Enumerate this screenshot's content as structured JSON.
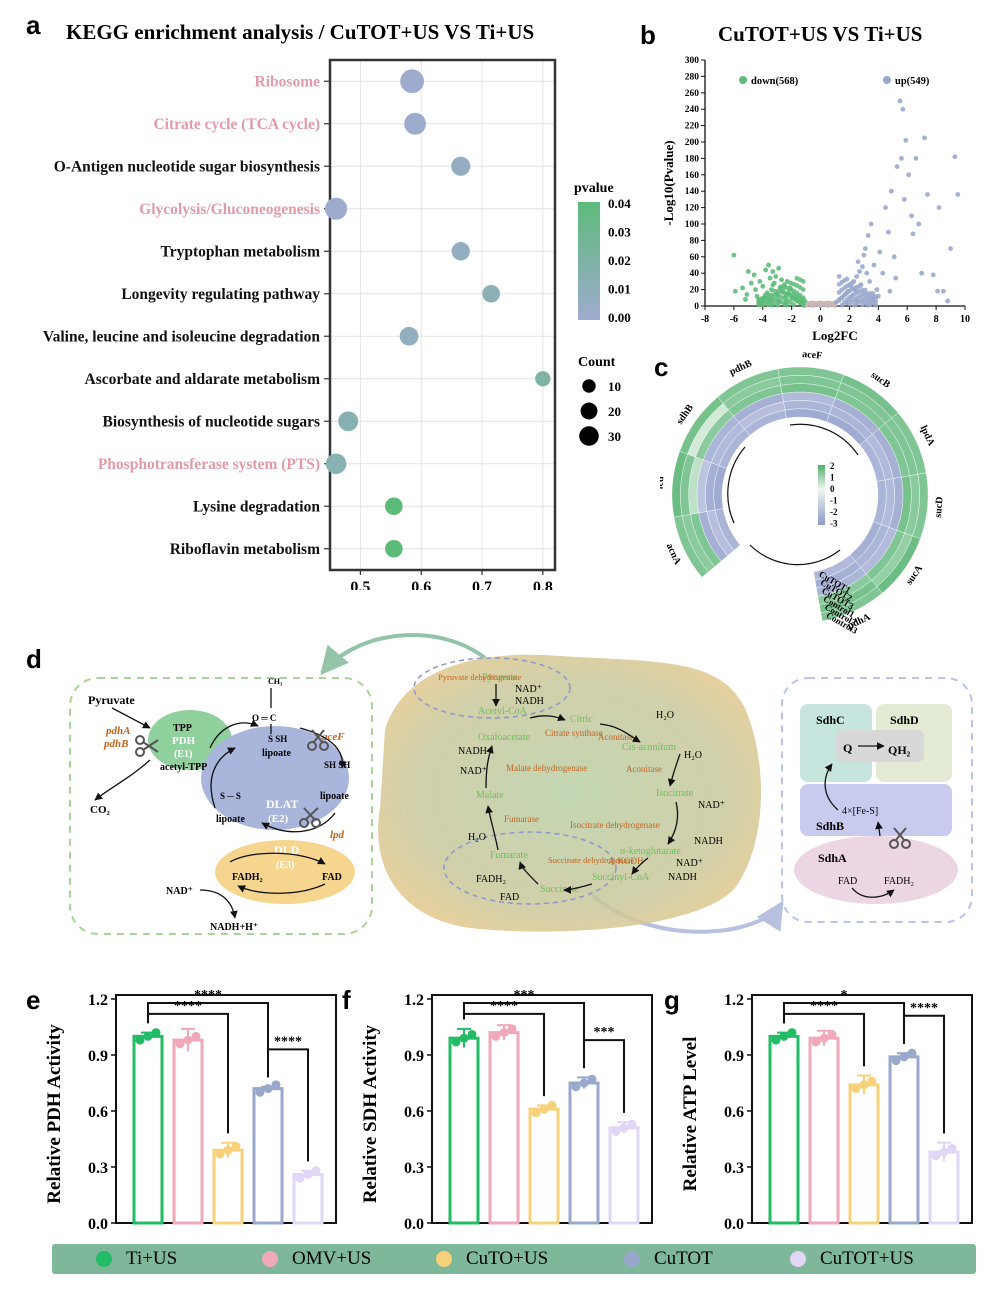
{
  "panel_labels": {
    "a": "a",
    "b": "b",
    "c": "c",
    "d": "d",
    "e": "e",
    "f": "f",
    "g": "g"
  },
  "titles": {
    "a": "KEGG enrichment analysis / CuTOT+US VS Ti+US",
    "b": "CuTOT+US VS Ti+US"
  },
  "colors": {
    "green": "#5dbb7a",
    "pink": "#e8a3ae",
    "yellow": "#f6c96a",
    "blue": "#9aa8cc",
    "lavender": "#d8cdf0",
    "highlight_text": "#e39aa6",
    "pvalue_high": "#5dbb7a",
    "pvalue_low": "#9fabd0"
  },
  "chart_data": [
    {
      "type": "scatter",
      "subtype": "bubble",
      "categories": [
        "Ribosome",
        "Citrate cycle (TCA cycle)",
        "O-Antigen nucleotide sugar biosynthesis",
        "Glycolysis/Gluconeogenesis",
        "Tryptophan metabolism",
        "Longevity regulating pathway",
        "Valine, leucine and isoleucine degradation",
        "Ascorbate and aldarate metabolism",
        "Biosynthesis of nucleotide sugars",
        "Phosphotransferase system (PTS)",
        "Lysine degradation",
        "Riboflavin metabolism"
      ],
      "highlighted": [
        true,
        true,
        false,
        true,
        false,
        false,
        false,
        false,
        false,
        true,
        false,
        false
      ],
      "x": [
        0.585,
        0.59,
        0.665,
        0.46,
        0.665,
        0.715,
        0.58,
        0.8,
        0.48,
        0.46,
        0.555,
        0.555
      ],
      "count": [
        33,
        26,
        18,
        27,
        16,
        14,
        17,
        9,
        20,
        22,
        14,
        14
      ],
      "pvalue": [
        0.001,
        0.002,
        0.006,
        0.001,
        0.007,
        0.012,
        0.008,
        0.02,
        0.015,
        0.014,
        0.04,
        0.04
      ],
      "xlim": [
        0.45,
        0.82
      ],
      "xticks": [
        "0.5",
        "0.6",
        "0.7",
        "0.8"
      ],
      "xtick_values": [
        0.5,
        0.6,
        0.7,
        0.8
      ],
      "grid": true,
      "legend": {
        "color_title": "pvalue",
        "color_ticks": [
          "0.04",
          "0.03",
          "0.02",
          "0.01",
          "0.00"
        ],
        "size_title": "Count",
        "size_ticks": [
          "10",
          "20",
          "30"
        ],
        "size_values": [
          10,
          20,
          30
        ],
        "placement": "right"
      }
    },
    {
      "type": "scatter",
      "subtype": "volcano",
      "xlabel": "Log2FC",
      "ylabel": "-Log10(Pvalue)",
      "xlim": [
        -8,
        10
      ],
      "ylim": [
        0,
        300
      ],
      "xticks": [
        "-8",
        "-6",
        "-4",
        "-2",
        "0",
        "2",
        "4",
        "6",
        "8",
        "10"
      ],
      "yticks": [
        "0",
        "20",
        "40",
        "60",
        "80",
        "100",
        "120",
        "140",
        "160",
        "180",
        "200",
        "220",
        "240",
        "260",
        "280",
        "300"
      ],
      "legend_placement": "top",
      "series": [
        {
          "name": "down(568)",
          "color": "#5dbb7a",
          "points": [
            [
              -6,
              62
            ],
            [
              -5.9,
              18
            ],
            [
              -5.4,
              22
            ],
            [
              -5.1,
              14
            ],
            [
              -4.8,
              28
            ],
            [
              -4.6,
              38
            ],
            [
              -4.4,
              12
            ],
            [
              -4.2,
              30
            ],
            [
              -4,
              24
            ],
            [
              -3.8,
              44
            ],
            [
              -3.7,
              16
            ],
            [
              -3.6,
              50
            ],
            [
              -3.5,
              34
            ],
            [
              -3.4,
              20
            ],
            [
              -3.3,
              42
            ],
            [
              -3.2,
              28
            ],
            [
              -3.1,
              36
            ],
            [
              -3,
              14
            ],
            [
              -2.9,
              46
            ],
            [
              -2.8,
              22
            ],
            [
              -2.7,
              32
            ],
            [
              -2.6,
              18
            ],
            [
              -2.5,
              26
            ],
            [
              -2.4,
              12
            ],
            [
              -2.3,
              30
            ],
            [
              -2.2,
              16
            ],
            [
              -2.1,
              22
            ],
            [
              -2,
              10
            ],
            [
              -1.9,
              14
            ],
            [
              -1.8,
              8
            ],
            [
              -1.7,
              12
            ],
            [
              -1.6,
              6
            ],
            [
              -1.5,
              10
            ],
            [
              -1.4,
              5
            ],
            [
              -1.3,
              8
            ],
            [
              -1.2,
              4
            ],
            [
              -1.1,
              6
            ],
            [
              -3.9,
              10
            ],
            [
              -4.5,
              20
            ],
            [
              -5.2,
              8
            ],
            [
              -4.1,
              6
            ],
            [
              -3.5,
              8
            ],
            [
              -2.9,
              6
            ],
            [
              -2.4,
              5
            ],
            [
              -5,
              42
            ],
            [
              -3.3,
              26
            ]
          ]
        },
        {
          "name": "up(549)",
          "color": "#9aa8cc",
          "points": [
            [
              1.1,
              5
            ],
            [
              1.3,
              8
            ],
            [
              1.5,
              10
            ],
            [
              1.7,
              14
            ],
            [
              1.9,
              18
            ],
            [
              2.1,
              24
            ],
            [
              2.3,
              30
            ],
            [
              2.5,
              36
            ],
            [
              2.7,
              42
            ],
            [
              2.9,
              48
            ],
            [
              2.6,
              54
            ],
            [
              2.4,
              20
            ],
            [
              2.8,
              26
            ],
            [
              3,
              62
            ],
            [
              3.1,
              70
            ],
            [
              3.3,
              86
            ],
            [
              3.5,
              100
            ],
            [
              2.2,
              12
            ],
            [
              2,
              8
            ],
            [
              3.2,
              40
            ],
            [
              3.4,
              30
            ],
            [
              3.7,
              50
            ],
            [
              3.9,
              20
            ],
            [
              4.1,
              66
            ],
            [
              4.3,
              40
            ],
            [
              4.5,
              120
            ],
            [
              4.7,
              90
            ],
            [
              4.9,
              140
            ],
            [
              5.1,
              60
            ],
            [
              5.3,
              170
            ],
            [
              5.5,
              250
            ],
            [
              5.6,
              180
            ],
            [
              5.7,
              240
            ],
            [
              5.8,
              130
            ],
            [
              5.9,
              202
            ],
            [
              6.1,
              160
            ],
            [
              6.3,
              110
            ],
            [
              6.4,
              88
            ],
            [
              6.6,
              180
            ],
            [
              7,
              40
            ],
            [
              7.4,
              136
            ],
            [
              7.8,
              38
            ],
            [
              8.1,
              18
            ],
            [
              8.5,
              18
            ],
            [
              8.8,
              6
            ],
            [
              9,
              70
            ],
            [
              9.3,
              182
            ],
            [
              9.5,
              136
            ],
            [
              8.2,
              120
            ],
            [
              7.2,
              205
            ],
            [
              6.8,
              100
            ],
            [
              4.8,
              18
            ],
            [
              5.2,
              34
            ],
            [
              4,
              12
            ],
            [
              3.6,
              8
            ],
            [
              2.5,
              6
            ],
            [
              1.8,
              4
            ]
          ]
        }
      ]
    },
    {
      "type": "heatmap",
      "subtype": "circular",
      "rows": [
        "CuTOT1",
        "CuTOT2",
        "CuTOT3",
        "Control1",
        "Control2",
        "Control3"
      ],
      "columns": [
        "acnA",
        "icd",
        "sdhB",
        "pdhB",
        "aceF",
        "sucB",
        "lpdA",
        "sucD",
        "sucA",
        "pdhA"
      ],
      "values": [
        [
          -1.0,
          -1.2,
          -1.0,
          -1.0,
          -1.2,
          -1.2,
          -1.0,
          -1.0,
          -1.1,
          -0.9
        ],
        [
          -0.8,
          -1.1,
          -0.9,
          -0.8,
          -1.0,
          -1.0,
          -0.9,
          -0.9,
          -1.0,
          -1.1
        ],
        [
          -1.1,
          -0.7,
          -1.0,
          -1.1,
          -0.9,
          -1.1,
          -1.1,
          -1.1,
          -0.9,
          -1.0
        ],
        [
          1.0,
          0.4,
          0.9,
          1.0,
          1.1,
          1.0,
          1.0,
          1.1,
          1.0,
          0.9
        ],
        [
          0.9,
          1.0,
          0.2,
          0.9,
          1.0,
          1.0,
          1.0,
          0.9,
          0.8,
          1.1
        ],
        [
          1.0,
          1.2,
          1.1,
          1.0,
          1.0,
          1.1,
          1.0,
          1.0,
          1.2,
          1.0
        ]
      ],
      "scale_ticks": [
        "2",
        "1",
        "0",
        "-1",
        "-2",
        "-3"
      ],
      "scale_range": [
        -3,
        2
      ]
    },
    {
      "type": "bar",
      "ylabel": "Relative PDH Activity",
      "ylim": [
        0,
        1.2
      ],
      "yticks": [
        "0.0",
        "0.3",
        "0.6",
        "0.9",
        "1.2"
      ],
      "categories": [
        "Ti+US",
        "OMV+US",
        "CuTO+US",
        "CuTOT",
        "CuTOT+US"
      ],
      "values": [
        1.0,
        0.98,
        0.39,
        0.72,
        0.26
      ],
      "errors": [
        0.02,
        0.06,
        0.04,
        0.01,
        0.02
      ],
      "significance": [
        {
          "from": 0,
          "to": 3,
          "label": "****"
        },
        {
          "from": 0,
          "to": 2,
          "label": "****"
        },
        {
          "from": 3,
          "to": 4,
          "label": "****"
        }
      ]
    },
    {
      "type": "bar",
      "ylabel": "Relative SDH Activity",
      "ylim": [
        0,
        1.2
      ],
      "yticks": [
        "0.0",
        "0.3",
        "0.6",
        "0.9",
        "1.2"
      ],
      "categories": [
        "Ti+US",
        "OMV+US",
        "CuTO+US",
        "CuTOT",
        "CuTOT+US"
      ],
      "values": [
        0.99,
        1.02,
        0.61,
        0.75,
        0.51
      ],
      "errors": [
        0.05,
        0.04,
        0.02,
        0.03,
        0.03
      ],
      "significance": [
        {
          "from": 0,
          "to": 3,
          "label": "***"
        },
        {
          "from": 0,
          "to": 2,
          "label": "****"
        },
        {
          "from": 3,
          "to": 4,
          "label": "***"
        }
      ]
    },
    {
      "type": "bar",
      "ylabel": "Relative ATP Level",
      "ylim": [
        0,
        1.2
      ],
      "yticks": [
        "0.0",
        "0.3",
        "0.6",
        "0.9",
        "1.2"
      ],
      "categories": [
        "Ti+US",
        "OMV+US",
        "CuTO+US",
        "CuTOT",
        "CuTOT+US"
      ],
      "values": [
        1.0,
        0.99,
        0.74,
        0.89,
        0.38
      ],
      "errors": [
        0.02,
        0.04,
        0.05,
        0.02,
        0.05
      ],
      "significance": [
        {
          "from": 0,
          "to": 3,
          "label": "*"
        },
        {
          "from": 0,
          "to": 2,
          "label": "****"
        },
        {
          "from": 3,
          "to": 4,
          "label": "****"
        }
      ]
    }
  ],
  "legend": [
    {
      "label": "Ti+US",
      "color": "#22bb66"
    },
    {
      "label": "OMV+US",
      "color": "#f0a9b8"
    },
    {
      "label": "CuTO+US",
      "color": "#f7d27a"
    },
    {
      "label": "CuTOT",
      "color": "#9aa8cc"
    },
    {
      "label": "CuTOT+US",
      "color": "#e2d6f6"
    }
  ],
  "diagram_d": {
    "left": {
      "pyruvate": "Pyruvate",
      "pdhA": "pdhA",
      "pdhB": "pdhB",
      "tpp": "TPP",
      "pdh": "PDH",
      "e1": "(E1)",
      "acetyl_tpp": "acetyl-TPP",
      "co2": "CO₂",
      "ch3": "CH₃",
      "oc": "O ═ C",
      "s_sh": "S   SH",
      "lipoate": "lipoate",
      "acef": "aceF",
      "sh_sh": "SH  SH",
      "s_s": "S ─ S",
      "dlat": "DLAT",
      "e2": "(E2)",
      "lpd": "lpd",
      "dld": "DLD",
      "e3": "(E3)",
      "fadh2": "FADH₂",
      "fad": "FAD",
      "nad": "NAD⁺",
      "nadh": "NADH+H⁺"
    },
    "middle": {
      "pyruvate": "Pyruvate",
      "pyruvate_dh": "Pyruvate dehydrogenase",
      "nad_top": "NAD⁺",
      "nadh_top": "NADH",
      "acetyl_coa": "Acetyl-CoA",
      "citric": "Citric",
      "citrate_synthase": "Citrate synthase",
      "aconitase1": "Aconitase",
      "h2o_1": "H₂O",
      "cis_aconitum": "Cis-aconitum",
      "h2o_2": "H₂O",
      "aconitase2": "Aconitase",
      "isocitrate": "Isocitrate",
      "nad_iso": "NAD⁺",
      "isocitrate_dh": "Isocitrate dehydrogenase",
      "nadh_iso": "NADH",
      "a_keto": "α-ketoglutarate",
      "a_kgdh": "A-KGDH",
      "nad_kg": "NAD⁺",
      "nadh_kg": "NADH",
      "succinyl_coa": "Succinyl-CoA",
      "succinate": "Succinate",
      "succinate_dh": "Succinate dehydrogenase",
      "fadh2": "FADH₂",
      "fad": "FAD",
      "fumarate": "Fumarate",
      "fumarase": "Fumarase",
      "h2o_3": "H₂O",
      "malate": "Malate",
      "malate_dh": "Malate dehydrogenase",
      "nad_mal": "NAD⁺",
      "nadh_mal": "NADH",
      "oxaloacetate": "Oxaloacetate"
    },
    "right": {
      "sdhc": "SdhC",
      "sdhd": "SdhD",
      "q": "Q",
      "qh2": "QH₂",
      "fes": "4×[Fe-S]",
      "sdhb": "SdhB",
      "sdha": "SdhA",
      "fad": "FAD",
      "fadh2": "FADH₂"
    }
  }
}
